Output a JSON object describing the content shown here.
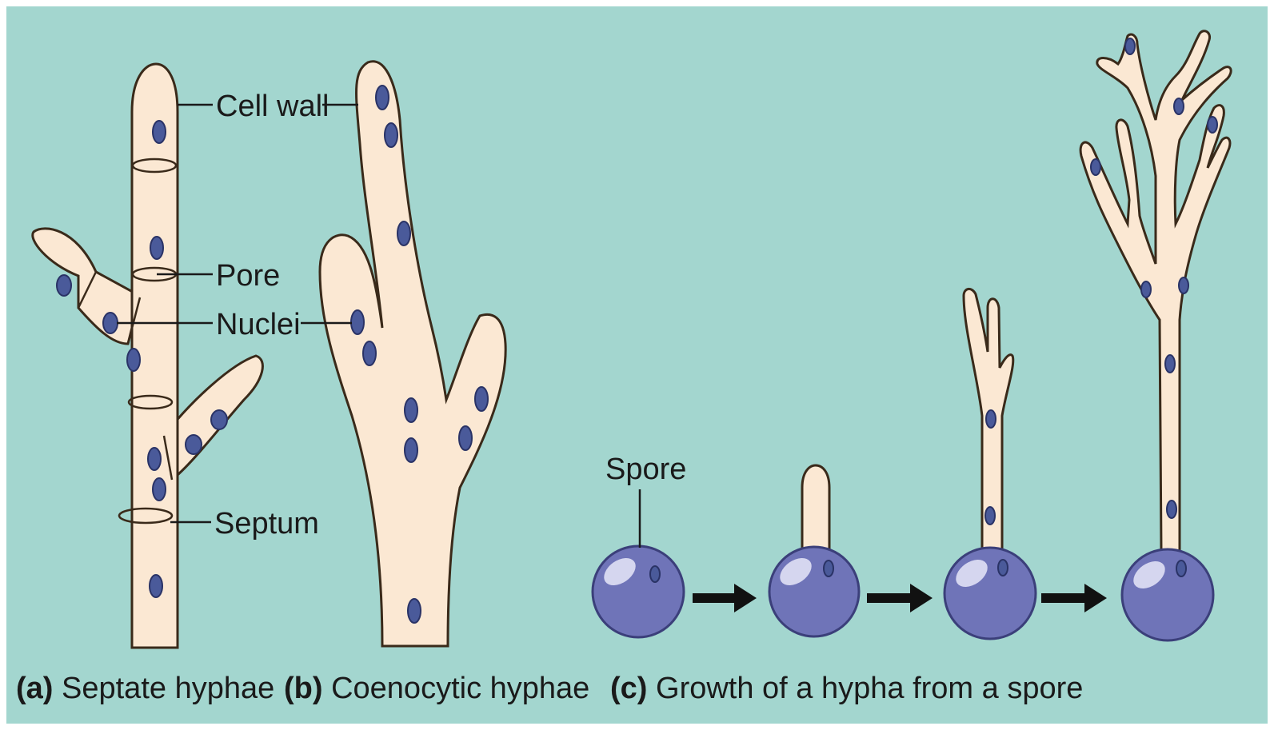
{
  "labels": {
    "cell_wall": "Cell wall",
    "pore": "Pore",
    "nuclei": "Nuclei",
    "septum": "Septum",
    "spore": "Spore"
  },
  "captions": {
    "a": {
      "letter": "(a)",
      "text": " Septate hyphae"
    },
    "b": {
      "letter": "(b)",
      "text": " Coenocytic hyphae"
    },
    "c": {
      "letter": "(c)",
      "text": " Growth of a hypha from a spore"
    }
  },
  "colors": {
    "background": "#a3d6cf",
    "hypha_fill": "#fbe8d3",
    "nucleus": "#4a5a9a",
    "spore": "#6f74b8"
  }
}
